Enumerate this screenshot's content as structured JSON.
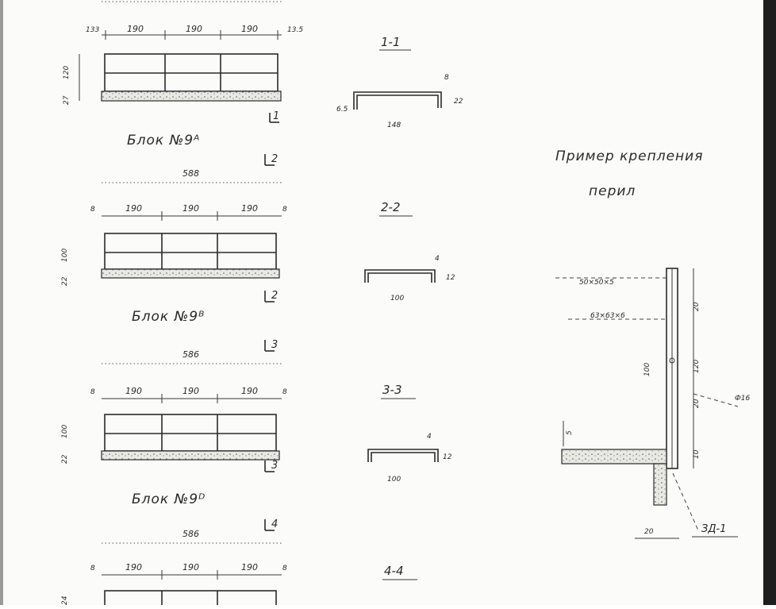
{
  "blocks": [
    {
      "dims_top": [
        "133",
        "190",
        "190",
        "190",
        "13.5"
      ],
      "total": "",
      "dims_side": [
        "27",
        "120"
      ],
      "cut": "1",
      "title": "Блок №9ᴬ"
    },
    {
      "dims_top": [
        "8",
        "190",
        "190",
        "190",
        "8"
      ],
      "total": "588",
      "dims_side": [
        "22",
        "100"
      ],
      "cut": "2",
      "title": "Блок №9ᴮ"
    },
    {
      "dims_top": [
        "8",
        "190",
        "190",
        "190",
        "8"
      ],
      "total": "586",
      "dims_side": [
        "22",
        "100"
      ],
      "cut": "3",
      "title": "Блок №9ᴰ"
    },
    {
      "dims_top": [
        "8",
        "190",
        "190",
        "190",
        "8"
      ],
      "total": "586",
      "dims_side": [
        "24"
      ],
      "cut": "4",
      "title": ""
    }
  ],
  "sections": [
    {
      "label": "1-1",
      "dims": [
        "148",
        "6.5",
        "8",
        "22"
      ]
    },
    {
      "label": "2-2",
      "dims": [
        "100",
        "4",
        "12"
      ]
    },
    {
      "label": "3-3",
      "dims": [
        "100",
        "4",
        "12"
      ]
    },
    {
      "label": "4-4",
      "dims": []
    }
  ],
  "detail": {
    "title_line1": "Пример крепления",
    "title_line2": "перил",
    "callout_top": "50×50×5",
    "callout_mid": "63×63×6",
    "dims_right": [
      "20",
      "120",
      "20",
      "10"
    ],
    "dim_left": "100",
    "dim_small": "5",
    "bolt": "Ф16",
    "bottom_dim": "20",
    "mark": "ЗД-1"
  }
}
